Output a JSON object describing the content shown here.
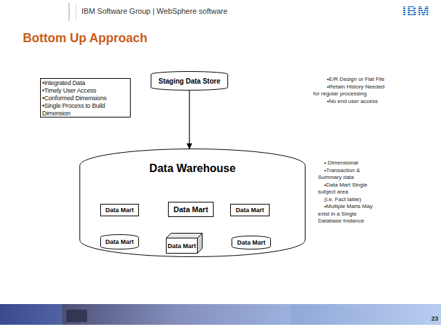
{
  "diagram": {
    "title": "Bottom Up Approach",
    "nodes": [
      {
        "text": [
          "•Integrated Data",
          "•Timely User Access",
          "•Conformed Dimensions",
          "•Single Process to Build Dimension"
        ]
      },
      {
        "text": [
          "Staging Data Store"
        ]
      },
      {
        "text": [
          "Data Warehouse"
        ]
      },
      {
        "text": [
          "Data Mart"
        ],
        "in": 2
      },
      {
        "text": [
          "Data Mart"
        ],
        "in": 2
      },
      {
        "text": [
          "Data Mart"
        ],
        "in": 2
      },
      {
        "text": [
          "Data Mart"
        ],
        "in": 2
      },
      {
        "text": [
          "Data Mart"
        ],
        "in": 2
      },
      {
        "text": [
          "Data Mart"
        ],
        "in": 2
      }
    ],
    "edges": [
      {
        "from": 1,
        "to": 2,
        "arrow": "to"
      }
    ],
    "labels": [
      "IBM Software Group | WebSphere software",
      "IBM",
      "•E/R Design or Flat File",
      "•Retain History Needed for regular processing",
      "•No end user access",
      "• Dimensional",
      "•Transaction & Summary data",
      "•Data Mart Single subject area",
      "(i.e. Fact table)",
      "•Multiple Marts May exist in a Single Database Instance",
      "23"
    ]
  }
}
